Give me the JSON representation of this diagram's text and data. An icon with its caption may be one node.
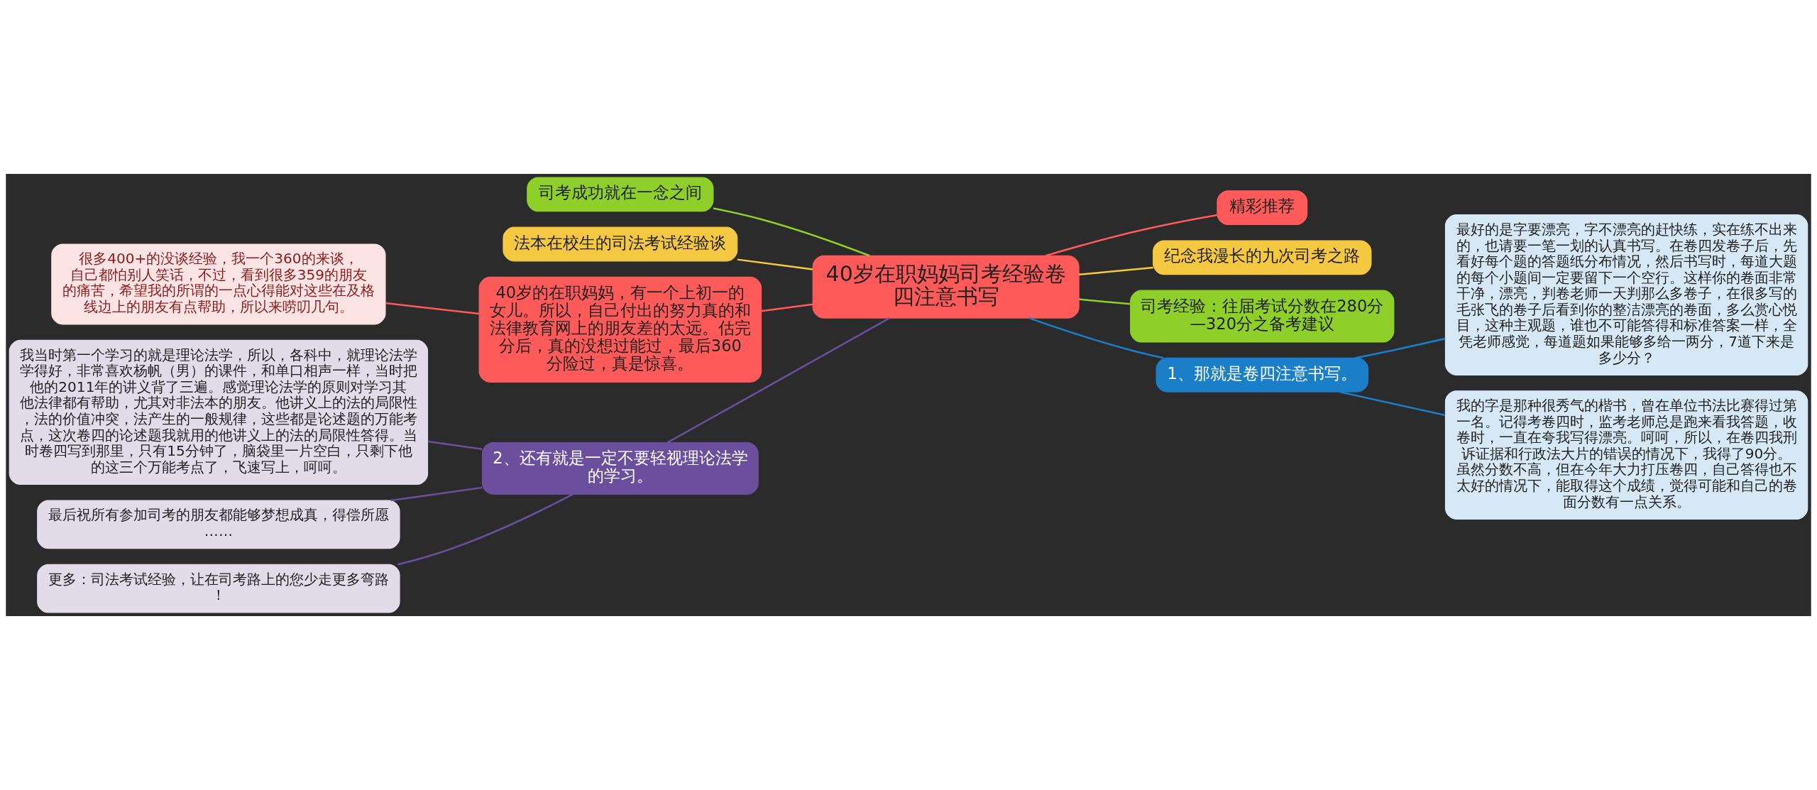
{
  "diagram": {
    "nodes": [
      {
        "text": [
          "40岁在职妈妈司考经验卷四注意书写"
        ]
      },
      {
        "text": [
          "司考成功就在一念之间"
        ]
      },
      {
        "text": [
          "法本在校生的司法考试经验谈"
        ]
      },
      {
        "text": [
          "40岁的在职妈妈，有一个上初一的女儿。所以，自己付出的努力真的和法律教育网上的朋友差的太远。估完分后，真的没想过能过，最后360分险过，真是惊喜。"
        ]
      },
      {
        "text": [
          "很多400+的没谈经验，我一个360的来谈，自己都怕别人笑话，不过，看到很多359的朋友的痛苦，希望我的所谓的一点心得能对这些在及格线边上的朋友有点帮助，所以来唠叨几句。"
        ]
      },
      {
        "text": [
          "精彩推荐"
        ]
      },
      {
        "text": [
          "纪念我漫长的九次司考之路"
        ]
      },
      {
        "text": [
          "司考经验：往届考试分数在280分—320分之备考建议"
        ]
      },
      {
        "text": [
          "1、那就是卷四注意书写。"
        ]
      },
      {
        "text": [
          "最好的是字要漂亮，字不漂亮的赶快练，实在练不出来的，也请要一笔一划的认真书写。在卷四发卷子后，先看好每个题的答题纸分布情况，然后书写时，每道大题的每个小题间一定要留下一个空行。这样你的卷面非常干净，漂亮，判卷老师一天判那么多卷子，在很多写的毛张飞的卷子后看到你的整洁漂亮的卷面，多么赏心悦目，这种主观题，谁也不可能答得和标准答案一样，全凭老师感觉，每道题如果能够多给一两分，7道下来是多少分？"
        ]
      },
      {
        "text": [
          "我的字是那种很秀气的楷书，曾在单位书法比赛得过第一名。记得考卷四时，监考老师总是跑来看我答题，收卷时，一直在夸我写得漂亮。呵呵，所以，在卷四我刑诉证据和行政法大片的错误的情况下，我得了90分。虽然分数不高，但在今年大力打压卷四，自己答得也不太好的情况下，能取得这个成绩，觉得可能和自己的卷面分数有一点关系。"
        ]
      },
      {
        "text": [
          "2、还有就是一定不要轻视理论法学的学习。"
        ]
      },
      {
        "text": [
          "我当时第一个学习的就是理论法学，所以，各科中，就理论法学学得好，非常喜欢杨帆（男）的课件，和单口相声一样，当时把他的2011年的讲义背了三遍。感觉理论法学的原则对学习其他法律都有帮助，尤其对非法本的朋友。他讲义上的法的局限性，法的价值冲突，法产生的一般规律，这些都是论述题的万能考点，这次卷四的论述题我就用的他讲义上的法的局限性答得。当时卷四写到那里，只有15分钟了，脑袋里一片空白，只剩下他的这三个万能考点了，飞速写上，呵呵。"
        ]
      },
      {
        "text": [
          "最后祝所有参加司考的朋友都能够梦想成真，得偿所愿……"
        ]
      },
      {
        "text": [
          "更多：司法考试经验，让在司考路上的您少走更多弯路！"
        ]
      }
    ],
    "edges": [
      {
        "from": 0,
        "to": 1,
        "arrow": "none",
        "color": "#8fcf2a"
      },
      {
        "from": 0,
        "to": 2,
        "arrow": "none",
        "color": "#f5c842"
      },
      {
        "from": 0,
        "to": 3,
        "arrow": "none",
        "color": "#ff5a5a"
      },
      {
        "from": 3,
        "to": 4,
        "arrow": "none",
        "color": "#ff5a5a"
      },
      {
        "from": 0,
        "to": 5,
        "arrow": "none",
        "color": "#ff5a5a"
      },
      {
        "from": 0,
        "to": 6,
        "arrow": "none",
        "color": "#f5c842"
      },
      {
        "from": 0,
        "to": 7,
        "arrow": "none",
        "color": "#8fcf2a"
      },
      {
        "from": 0,
        "to": 8,
        "arrow": "none",
        "color": "#1a7fc8"
      },
      {
        "from": 8,
        "to": 9,
        "arrow": "none",
        "color": "#1a7fc8"
      },
      {
        "from": 8,
        "to": 10,
        "arrow": "none",
        "color": "#1a7fc8"
      },
      {
        "from": 0,
        "to": 11,
        "arrow": "none",
        "color": "#6b4f9e"
      },
      {
        "from": 11,
        "to": 12,
        "arrow": "none",
        "color": "#6b4f9e"
      },
      {
        "from": 11,
        "to": 13,
        "arrow": "none",
        "color": "#6b4f9e"
      },
      {
        "from": 11,
        "to": 14,
        "arrow": "none",
        "color": "#6b4f9e"
      }
    ]
  }
}
